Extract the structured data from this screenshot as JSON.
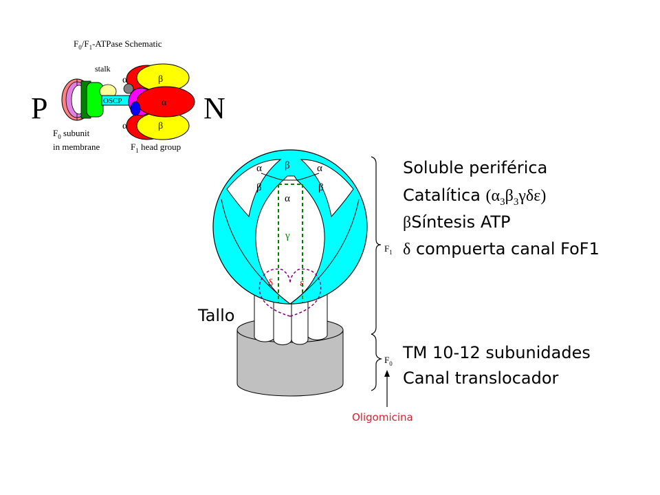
{
  "schematic": {
    "title_main": "F",
    "title_sub0": "0",
    "title_slash": "/F",
    "title_sub1": "1",
    "title_rest": "-ATPase Schematic",
    "side_p": "P",
    "side_n": "N",
    "stalk": "stalk",
    "oscp": "OSCP",
    "alpha": "α",
    "beta": "β",
    "f0_main": "F",
    "f0_sub": "0",
    "f0_rest": " subunit",
    "f0_line2": "in membrane",
    "f1_main": "F",
    "f1_sub": "1",
    "f1_rest": " head group"
  },
  "model": {
    "alpha": "α",
    "beta": "β",
    "gamma": "γ",
    "delta": "δ",
    "epsilon": "ε",
    "tallo": "Tallo",
    "f1_main": "F",
    "f1_sub": "1",
    "f0_main": "F",
    "f0_sub": "0",
    "oligomicina": "Oligomicina"
  },
  "text": {
    "line1": "Soluble periférica",
    "line2_a": "Catalítica ",
    "line2_b": "(α",
    "line2_sub1": "3",
    "line2_c": "β",
    "line2_sub2": "3",
    "line2_d": "γδε)",
    "line3_sym": "β",
    "line3_text": "Síntesis ATP",
    "line4_sym": "δ",
    "line4_text": " compuerta canal FoF1",
    "line5": "TM 10-12 subunidades",
    "line6": "Canal translocador"
  },
  "colors": {
    "alpha_red": "#ff0000",
    "beta_yellow": "#ffff00",
    "green": "#00ff00",
    "magenta": "#ff00ff",
    "blue": "#0000ff",
    "cyan_head": "#00ffff",
    "gray_base": "#c0c0c0",
    "oligo_red": "#e11d2b",
    "gamma_green": "#008000",
    "delta_purple": "#800080"
  }
}
